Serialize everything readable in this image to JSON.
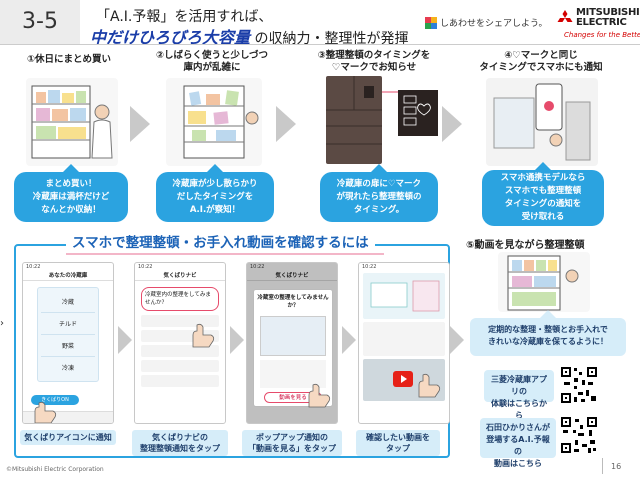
{
  "header": {
    "slide_number": "3-5",
    "title_line1": "「A.I.予報」を活用すれば、",
    "brand": "中だけひろびろ大容量",
    "title_line2_suffix": "の収納力・整理性が発揮",
    "share_slogan": "しあわせをシェアしよう。",
    "company_name_line1": "MITSUBISHI",
    "company_name_line2": "ELECTRIC",
    "company_tagline": "Changes for the Better"
  },
  "steps": [
    {
      "heading": "①休日にまとめ買い",
      "bubble_lines": [
        "まとめ買い！",
        "冷蔵庫は満杯だけど",
        "なんとか収納！"
      ]
    },
    {
      "heading_lines": [
        "②しばらく使うと少しづつ",
        "庫内が乱雑に"
      ],
      "bubble_lines": [
        "冷蔵庫が少し散らかり",
        "だしたタイミングを",
        "A.I.が察知！"
      ]
    },
    {
      "heading_lines": [
        "③整理整頓のタイミングを",
        "♡マークでお知らせ"
      ],
      "bubble_lines": [
        "冷蔵庫の扉に♡マーク",
        "が現れたら整理整頓の",
        "タイミング。"
      ]
    },
    {
      "heading_lines": [
        "④♡マークと同じ",
        "タイミングでスマホにも通知"
      ],
      "bubble_lines": [
        "スマホ通携モデルなら",
        "スマホでも整理整頓",
        "タイミングの通知を",
        "受け取れる"
      ]
    }
  ],
  "section": {
    "title": "スマホで整理整頓・お手入れ動画を確認するには",
    "captions": [
      [
        "気くばりアイコンに通知"
      ],
      [
        "気くばりナビの",
        "整理整頓通知をタップ"
      ],
      [
        "ポップアップ通知の",
        "「動画を見る」をタップ"
      ],
      [
        "確認したい動画を",
        "タップ"
      ]
    ],
    "phones": [
      {
        "time": "10:22",
        "header": "あなたの冷蔵庫",
        "items": [
          "冷蔵",
          "チルド",
          "野菜",
          "冷凍"
        ],
        "badge": "きくばりON"
      },
      {
        "time": "10:22",
        "header": "気くばりナビ",
        "notice": "冷蔵室内の整理をしてみませんか？"
      },
      {
        "time": "10:22",
        "header": "気くばりナビ",
        "popup_title": "冷蔵室の整理をしてみませんか？",
        "popup_button": "動画を見る"
      },
      {
        "time": "10:22",
        "header": ""
      }
    ]
  },
  "step5": {
    "heading": "⑤動画を見ながら整理整頓",
    "bubble_lines": [
      "定期的な整理・整頓とお手入れで",
      "きれいな冷蔵庫を保てるように！"
    ],
    "link1_lines": [
      "三菱冷蔵庫アプリの",
      "体験はこちらから"
    ],
    "link2_lines": [
      "石田ひかりさんが",
      "登場するA.I.予報の",
      "動画はこちら"
    ]
  },
  "footer": {
    "copyright": "©Mitsubishi Electric Corporation",
    "page": "16"
  },
  "colors": {
    "accent_blue": "#2ba3e0",
    "title_blue": "#1c63b7",
    "light_blue": "#d6edf9",
    "brand_red": "#d40000",
    "arrow_gray": "#c9c9c9"
  }
}
